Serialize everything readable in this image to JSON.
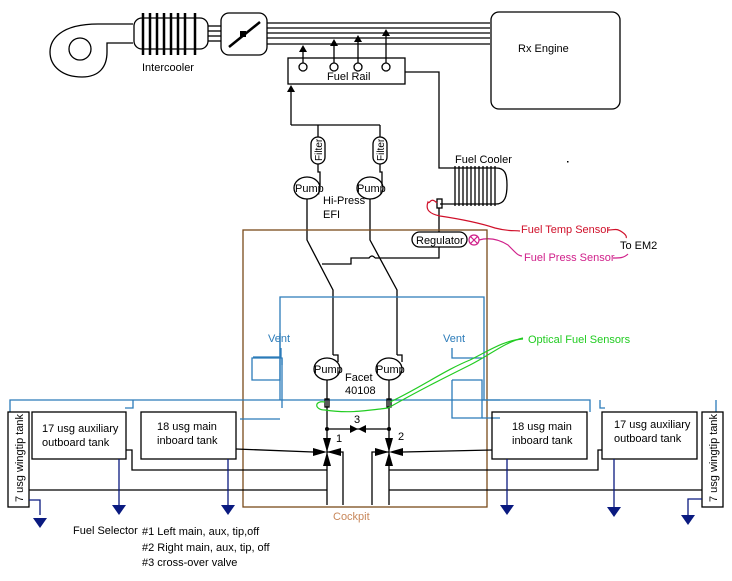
{
  "diagram": {
    "labels": {
      "intercooler": "Intercooler",
      "engine": "Rx Engine",
      "fuel_rail": "Fuel Rail",
      "filter": "Filter",
      "pump": "Pump",
      "hi_press_1": "Hi-Press",
      "hi_press_2": "EFI",
      "fuel_cooler": "Fuel Cooler",
      "regulator": "Regulator",
      "fuel_temp_sensor": "Fuel Temp Sensor",
      "fuel_press_sensor": "Fuel Press Sensor",
      "to_em2": "To EM2",
      "optical_fuel_sensors": "Optical Fuel Sensors",
      "vent": "Vent",
      "facet_1": "Facet",
      "facet_2": "40108",
      "cockpit": "Cockpit",
      "valve_1": "1",
      "valve_2": "2",
      "valve_3": "3",
      "left_aux_1": "17 usg auxiliary",
      "left_aux_2": "outboard tank",
      "left_main_1": "18 usg main",
      "left_main_2": "inboard tank",
      "right_main_1": "18 usg main",
      "right_main_2": "inboard tank",
      "right_aux_1": "17 usg auxiliary",
      "right_aux_2": "outboard tank",
      "wingtip": "7 usg wingtip tank"
    },
    "legend": {
      "title": "Fuel Selector",
      "items": [
        "#1 Left main, aux, tip,off",
        "#2 Right main, aux, tip, off",
        "#3 cross-over valve"
      ]
    },
    "colors": {
      "line": "#000000",
      "vent": "#2b7bb9",
      "cockpit": "#7a4a1a",
      "cockpit_label": "#c8875a",
      "temp_sensor": "#d0102a",
      "press_sensor": "#d0208a",
      "optical": "#22cc22",
      "drain": "#0a1a80"
    }
  }
}
